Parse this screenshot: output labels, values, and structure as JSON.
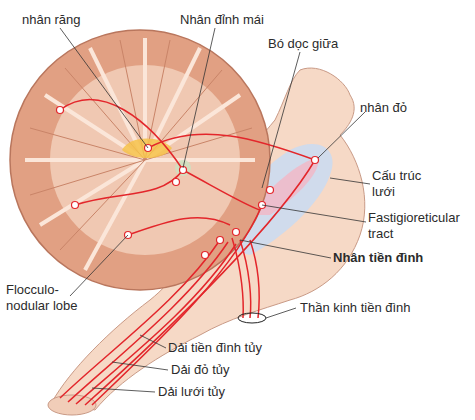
{
  "diagram": {
    "labels": [
      "nhân răng",
      "Nhân đỉnh mái",
      "Bó dọc giữa",
      "nhân đỏ",
      "Cấu trúc lưới",
      "Fastigioreticular tract",
      "Nhân tiền đình",
      "Thần kinh tiền đình",
      "Flocculo- nodular lobe",
      "Dải tiền đình tủy",
      "Dải đỏ tủy",
      "Dải lưới tủy"
    ]
  }
}
